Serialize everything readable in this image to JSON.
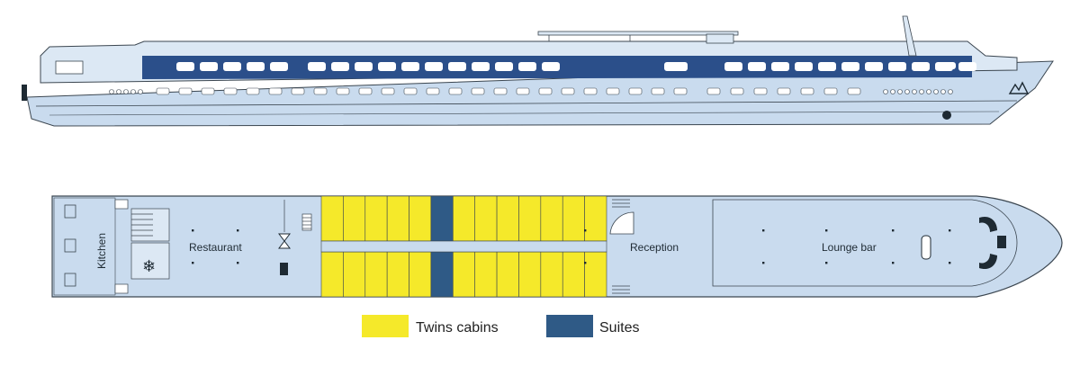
{
  "colors": {
    "hull": "#c9dbee",
    "hull_light": "#dce8f4",
    "outline": "#3b4650",
    "window_band": "#2b4f8a",
    "twin": "#f5e92a",
    "suite": "#2f5a86",
    "deck": "#c9dbee",
    "white": "#ffffff"
  },
  "labels": {
    "kitchen": "Kitchen",
    "restaurant": "Restaurant",
    "reception": "Reception",
    "lounge_bar": "Lounge bar"
  },
  "legend": {
    "twins": "Twins cabins",
    "suites": "Suites"
  },
  "deck_plan": {
    "cabin_columns": [
      "twin",
      "twin",
      "twin",
      "twin",
      "twin",
      "suite",
      "twin",
      "twin",
      "twin",
      "twin",
      "twin",
      "twin",
      "twin"
    ],
    "cabin_rows_per_side": 1
  }
}
